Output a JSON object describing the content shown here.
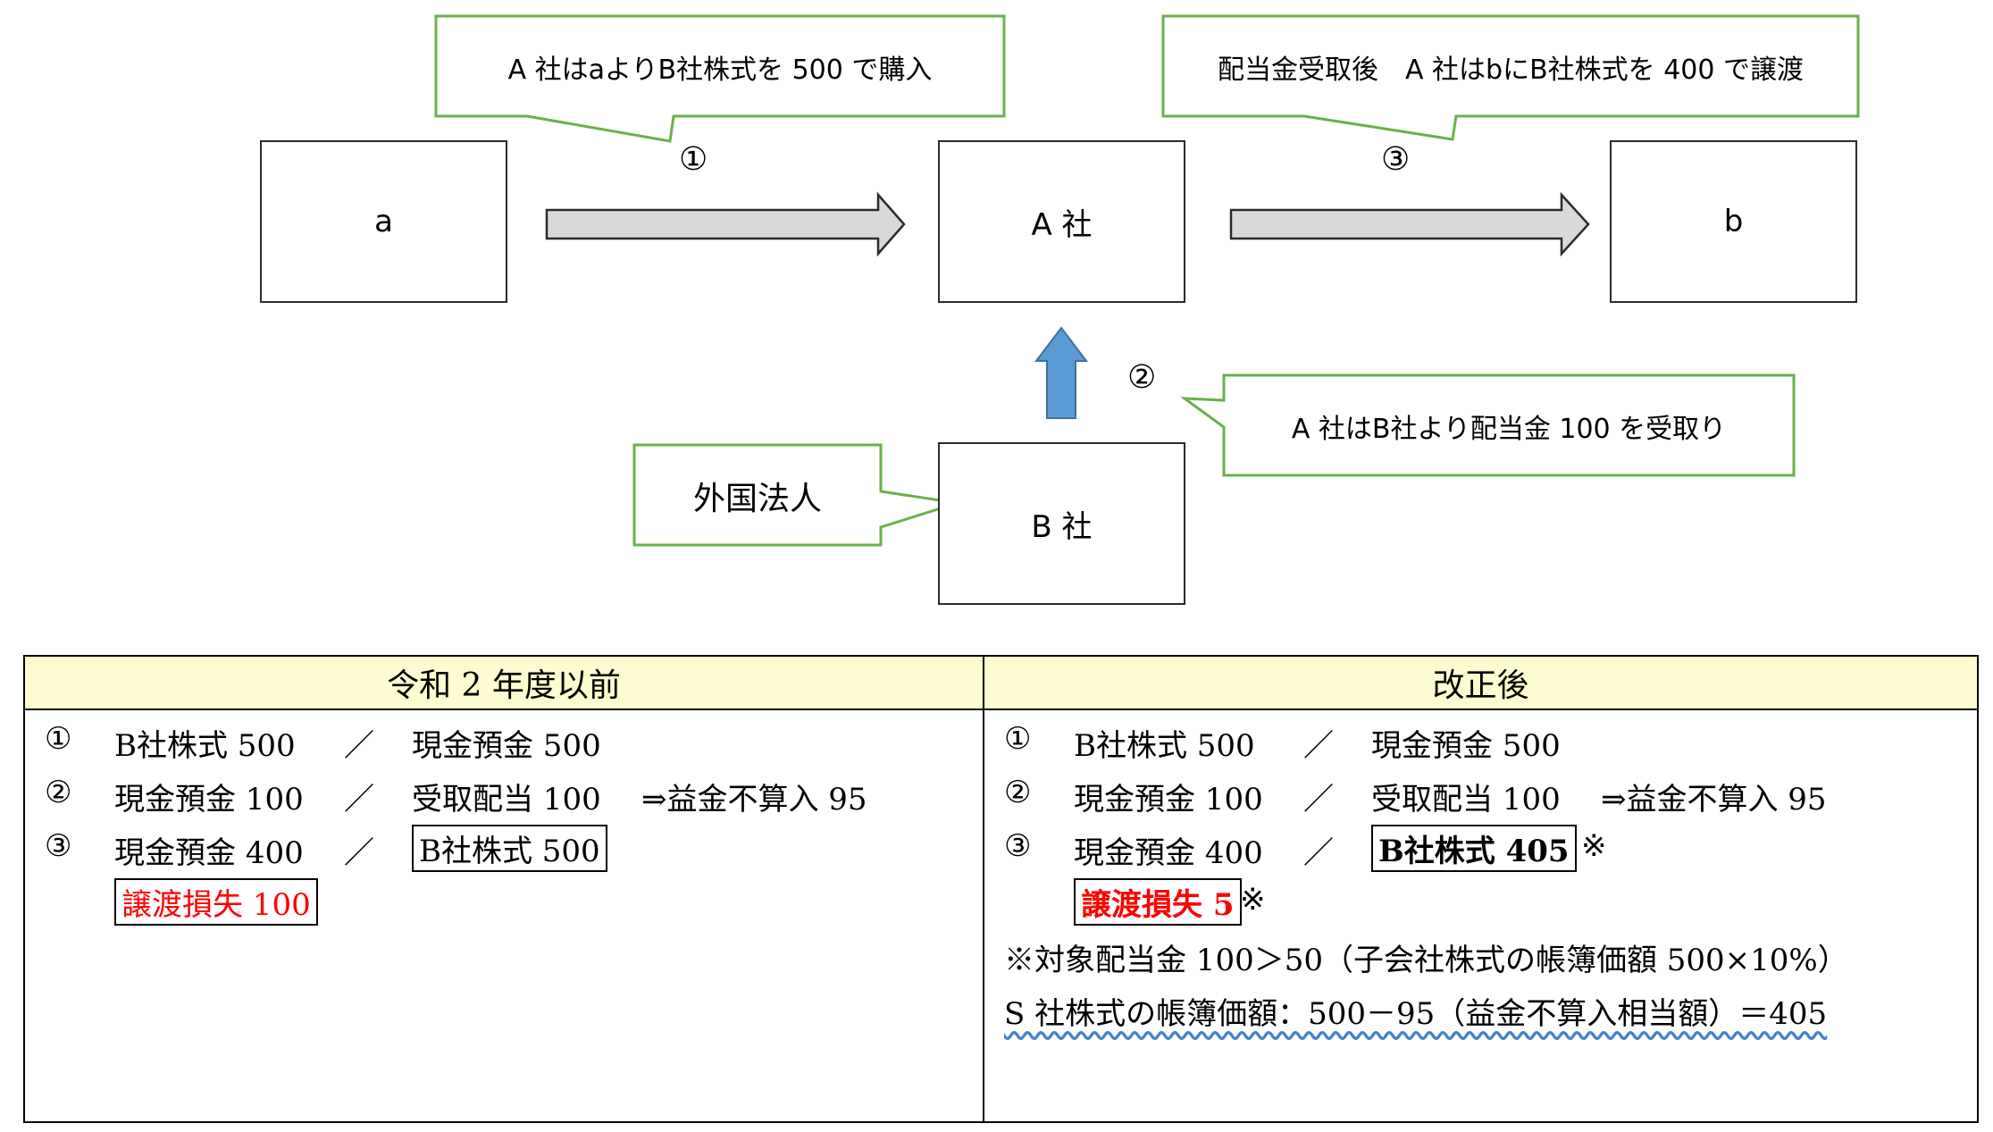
{
  "diagram": {
    "nodes": {
      "a": "a",
      "a_sha": "A 社",
      "b": "b",
      "b_sha": "B 社"
    },
    "steps": {
      "step1": "①",
      "step2": "②",
      "step3": "③"
    },
    "callouts": {
      "step1": "A 社はaよりB社株式を 500 で購入",
      "step3": "配当金受取後　A 社はbにB社株式を 400 で譲渡",
      "step2": "A 社はB社より配当金 100 を受取り",
      "foreign": "外国法人"
    },
    "colors": {
      "callout_border": "#6ab04c",
      "gray_arrow": "#d9d9d9",
      "blue_arrow": "#5b9bd5",
      "table_header": "#fdfcd0",
      "loss_text": "#ff0000"
    }
  },
  "table": {
    "left": {
      "header": "令和 2 年度以前",
      "rows": [
        {
          "num": "①",
          "debit": "B社株式 500",
          "slash": "／",
          "credit": "現金預金 500",
          "note": ""
        },
        {
          "num": "②",
          "debit": "現金預金 100",
          "slash": "／",
          "credit": "受取配当 100",
          "note": "⇒益金不算入 95"
        },
        {
          "num": "③",
          "debit": "現金預金 400",
          "slash": "／",
          "credit": "B社株式 500",
          "note": ""
        }
      ],
      "loss": "譲渡損失 100"
    },
    "right": {
      "header": "改正後",
      "rows": [
        {
          "num": "①",
          "debit": "B社株式 500",
          "slash": "／",
          "credit": "現金預金 500",
          "note": ""
        },
        {
          "num": "②",
          "debit": "現金預金 100",
          "slash": "／",
          "credit": "受取配当 100",
          "note": "⇒益金不算入 95"
        },
        {
          "num": "③",
          "debit": "現金預金 400",
          "slash": "／",
          "credit": "B社株式 405",
          "note": "※"
        }
      ],
      "loss": "譲渡損失 5",
      "loss_mark": "※",
      "note1": "※対象配当金 100＞50（子会社株式の帳簿価額 500×10%）",
      "note2": "S 社株式の帳簿価額：500－95（益金不算入相当額）＝405"
    }
  }
}
